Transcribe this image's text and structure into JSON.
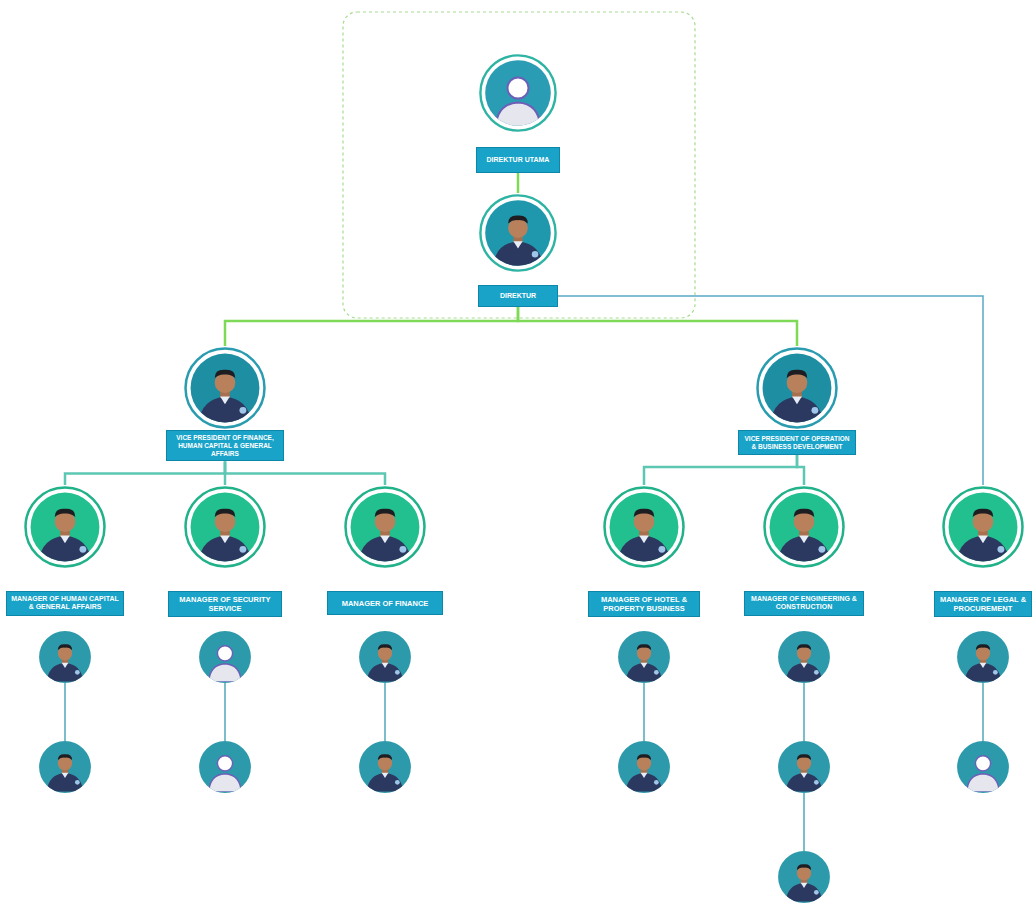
{
  "diagram": {
    "nodes": [
      {
        "text": [
          "DIREKTUR UTAMA"
        ]
      },
      {
        "text": [
          "DIREKTUR"
        ]
      },
      {
        "text": [
          "VICE PRESIDENT OF FINANCE, HUMAN CAPITAL & GENERAL AFFAIRS"
        ]
      },
      {
        "text": [
          "VICE PRESIDENT OF OPERATION & BUSINESS DEVELOPMENT"
        ]
      },
      {
        "text": [
          "MANAGER OF HUMAN CAPITAL & GENERAL AFFAIRS"
        ]
      },
      {
        "text": [
          "MANAGER OF SECURITY SERVICE"
        ]
      },
      {
        "text": [
          "MANAGER OF FINANCE"
        ]
      },
      {
        "text": [
          "MANAGER OF HOTEL & PROPERTY BUSINESS"
        ]
      },
      {
        "text": [
          "MANAGER OF ENGINEERING & CONSTRUCTION"
        ]
      },
      {
        "text": [
          "MANAGER OF LEGAL & PROCUREMENT"
        ]
      }
    ],
    "edges": [
      {
        "from": 0,
        "to": 1,
        "arrow": "none"
      },
      {
        "from": 1,
        "to": 2,
        "arrow": "none"
      },
      {
        "from": 1,
        "to": 3,
        "arrow": "none"
      },
      {
        "from": 1,
        "to": 9,
        "arrow": "none"
      },
      {
        "from": 2,
        "to": 4,
        "arrow": "none"
      },
      {
        "from": 2,
        "to": 5,
        "arrow": "none"
      },
      {
        "from": 2,
        "to": 6,
        "arrow": "none"
      },
      {
        "from": 3,
        "to": 7,
        "arrow": "none"
      },
      {
        "from": 3,
        "to": 8,
        "arrow": "none"
      }
    ]
  }
}
